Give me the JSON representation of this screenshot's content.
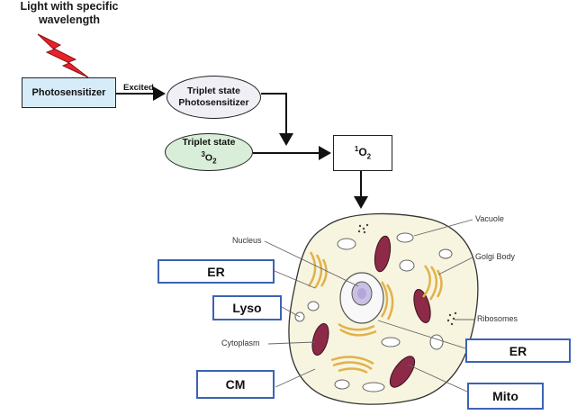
{
  "light_source": {
    "line1": "Light with specific",
    "line2": "wavelength"
  },
  "photosensitizer": {
    "label": "Photosensitizer"
  },
  "excited_label": "Excited",
  "triplet_ps": {
    "line1": "Triplet state",
    "line2": "Photosensitizer"
  },
  "triplet_o2": {
    "line1": "Triplet state",
    "sup": "3",
    "line2": "O",
    "sub": "2"
  },
  "singlet_o2": {
    "sup": "1",
    "text": "O",
    "sub": "2"
  },
  "cell_labels": {
    "nucleus": "Nucleus",
    "vacuole": "Vacuole",
    "golgi": "Golgi Body",
    "ribosomes": "Ribosomes",
    "cytoplasm": "Cytoplasm"
  },
  "target_boxes": {
    "er_left": "ER",
    "lyso": "Lyso",
    "er_right": "ER",
    "cm": "CM",
    "mito": "Mito"
  },
  "colors": {
    "photosensitizer_fill": "#d7ecf9",
    "triplet_ps_fill": "#f1eff6",
    "triplet_o2_fill": "#d9eed8",
    "label_box_border": "#3b63b4",
    "bolt": "#e8222a",
    "cell_fill": "#f7f5df",
    "mito": "#8c2a48",
    "golgi": "#e2b14a",
    "nucleus": "#c9c0e4"
  }
}
